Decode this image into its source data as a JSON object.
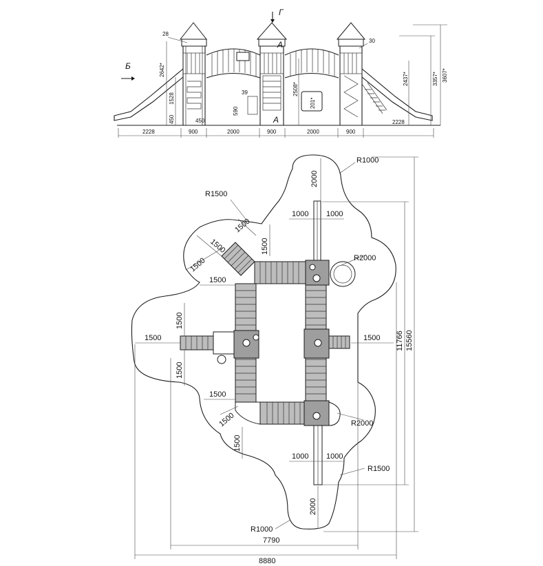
{
  "elevation": {
    "section_letters": {
      "g": "Г",
      "a_top": "A",
      "a_bottom": "A",
      "b": "Б"
    },
    "bottom_dims": [
      "2228",
      "900",
      "2000",
      "900",
      "2000",
      "900",
      "2228"
    ],
    "inner_dims": {
      "d450_left": "450",
      "d450_right": "450",
      "d1528": "1528",
      "d2642": "2642*",
      "d2437": "2437*",
      "d2508": "2508*",
      "d3357": "3357*",
      "d3607": "3607*",
      "d590": "590",
      "d39": "39",
      "d28": "28",
      "d30": "30",
      "d201": "201*"
    }
  },
  "plan": {
    "labels": {
      "r1000_top": "R1000",
      "r1500_top": "R1500",
      "r2000_top": "R2000",
      "r2000_bottom": "R2000",
      "r1500_bottom": "R1500",
      "r1000_bottom": "R1000",
      "d2000_top": "2000",
      "d1000_tl": "1000",
      "d1000_tr": "1000",
      "d1500_a": "1500",
      "d1500_b": "1500",
      "d1500_c": "1500",
      "d1500_d": "1500",
      "d1500_e": "1500",
      "d1500_f": "1500",
      "d1500_g": "1500",
      "d1500_h": "1500",
      "d1500_i": "1500",
      "d1500_j": "1500",
      "d1500_k": "1500",
      "d1500_l": "1500",
      "d1000_bl": "1000",
      "d1000_br": "1000",
      "d2000_bottom": "2000",
      "d11766": "11766",
      "d15560": "15560",
      "d7790": "7790",
      "d8880": "8880"
    }
  }
}
